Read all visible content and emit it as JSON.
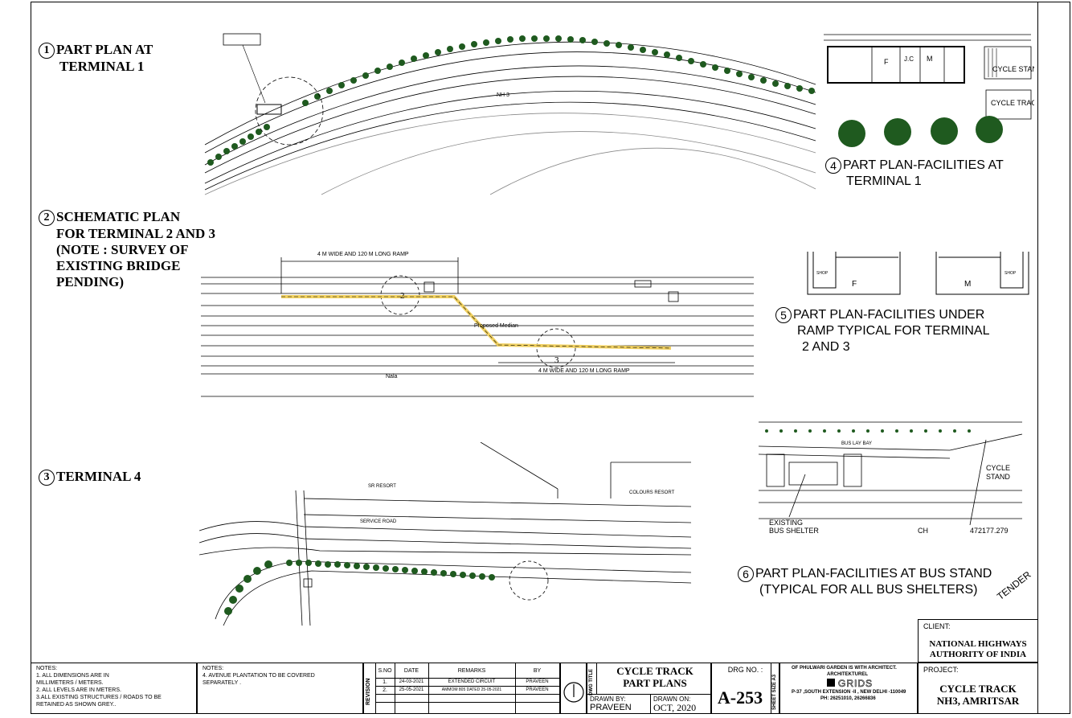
{
  "views": {
    "v1": {
      "num": "1",
      "line1": "PART PLAN AT",
      "line2": "TERMINAL 1"
    },
    "v2": {
      "num": "2",
      "line1": "SCHEMATIC PLAN",
      "line2": "FOR TERMINAL 2 AND 3",
      "line3": "(NOTE : SURVEY OF",
      "line4": "EXISTING BRIDGE",
      "line5": "PENDING)"
    },
    "v3": {
      "num": "3",
      "line1": "TERMINAL 4"
    },
    "v4": {
      "num": "4",
      "line1": "PART PLAN-FACILITIES AT",
      "line2": "TERMINAL 1"
    },
    "v5": {
      "num": "5",
      "line1": "PART PLAN-FACILITIES  UNDER",
      "line2": "RAMP TYPICAL FOR TERMINAL",
      "line3": "2 AND 3"
    },
    "v6": {
      "num": "6",
      "line1": "PART PLAN-FACILITIES AT BUS STAND",
      "line2": "(TYPICAL FOR ALL BUS SHELTERS)"
    }
  },
  "labels": {
    "nh3": "NH 3",
    "cycle_stand": "CYCLE STAND",
    "cycle_track": "CYCLE TRACK",
    "ramp_top": "4 M WIDE AND 120 M LONG RAMP",
    "ramp_bottom": "4 M WIDE AND 120 M LONG RAMP",
    "proposed_median": "Proposed Median",
    "nala": "Nala",
    "shop": "SHOP",
    "f": "F",
    "m": "M",
    "jc": "J.C",
    "bus_lay_bay": "BUS LAY BAY",
    "existing_bus_shelter_1": "EXISTING",
    "existing_bus_shelter_2": "BUS SHELTER",
    "ch": "CH",
    "ch_value": "472177.279",
    "sr_resort": "SR RESORT",
    "colours_resort": "COLOURS RESORT",
    "service_road": "SERVICE ROAD",
    "tender": "TENDER"
  },
  "notes_left": {
    "head": "NOTES:",
    "n1": "1. ALL DIMENSIONS ARE IN",
    "n1b": "MILLIMETERS / METERS.",
    "n2": "2. ALL LEVELS ARE IN METERS.",
    "n3": "3.ALL EXISTING STRUCTURES / ROADS TO BE",
    "n3b": "RETAINED AS SHOWN GREY.."
  },
  "notes_mid": {
    "head": "NOTES:",
    "n4": "4. AVENUE PLANTATION TO BE COVERED",
    "n4b": "SEPARATELY ."
  },
  "revision": {
    "label": "REVISION",
    "headers": [
      "S.NO",
      "DATE",
      "REMARKS",
      "BY"
    ],
    "rows": [
      [
        "1.",
        "24-03-2021",
        "EXTENDED CIRCUIT",
        "PRAVEEN"
      ],
      [
        "2.",
        "25-05-2021",
        "AMMOM 805 DATED 25-05-2021",
        "PRAVEEN"
      ]
    ]
  },
  "title": {
    "dwg_title_label": "DWG TITLE",
    "line1": "CYCLE TRACK",
    "line2": "PART PLANS",
    "drawn_by_label": "DRAWN BY:",
    "drawn_by": "PRAVEEN",
    "drawn_on_label": "DRAWN ON:",
    "drawn_on": "OCT, 2020",
    "drg_no_label": "DRG NO. :",
    "drg_no": "A-253",
    "sheet_size": "SHEET SIZE A3"
  },
  "architect": {
    "line1": "OF PHULWARI GARDEN IS WITH ARCHITECT.",
    "firm_top": "ARCHITEKTUREL",
    "firm": "GRIDS",
    "addr": "P-37 ,SOUTH EXTENSION -II , NEW DELHI -110049",
    "ph": "PH: 26251010, 26266836"
  },
  "client": {
    "label": "CLIENT:",
    "line1": "NATIONAL HIGHWAYS",
    "line2": "AUTHORITY OF INDIA"
  },
  "project": {
    "label": "PROJECT:",
    "line1": "CYCLE TRACK",
    "line2": "NH3, AMRITSAR"
  }
}
